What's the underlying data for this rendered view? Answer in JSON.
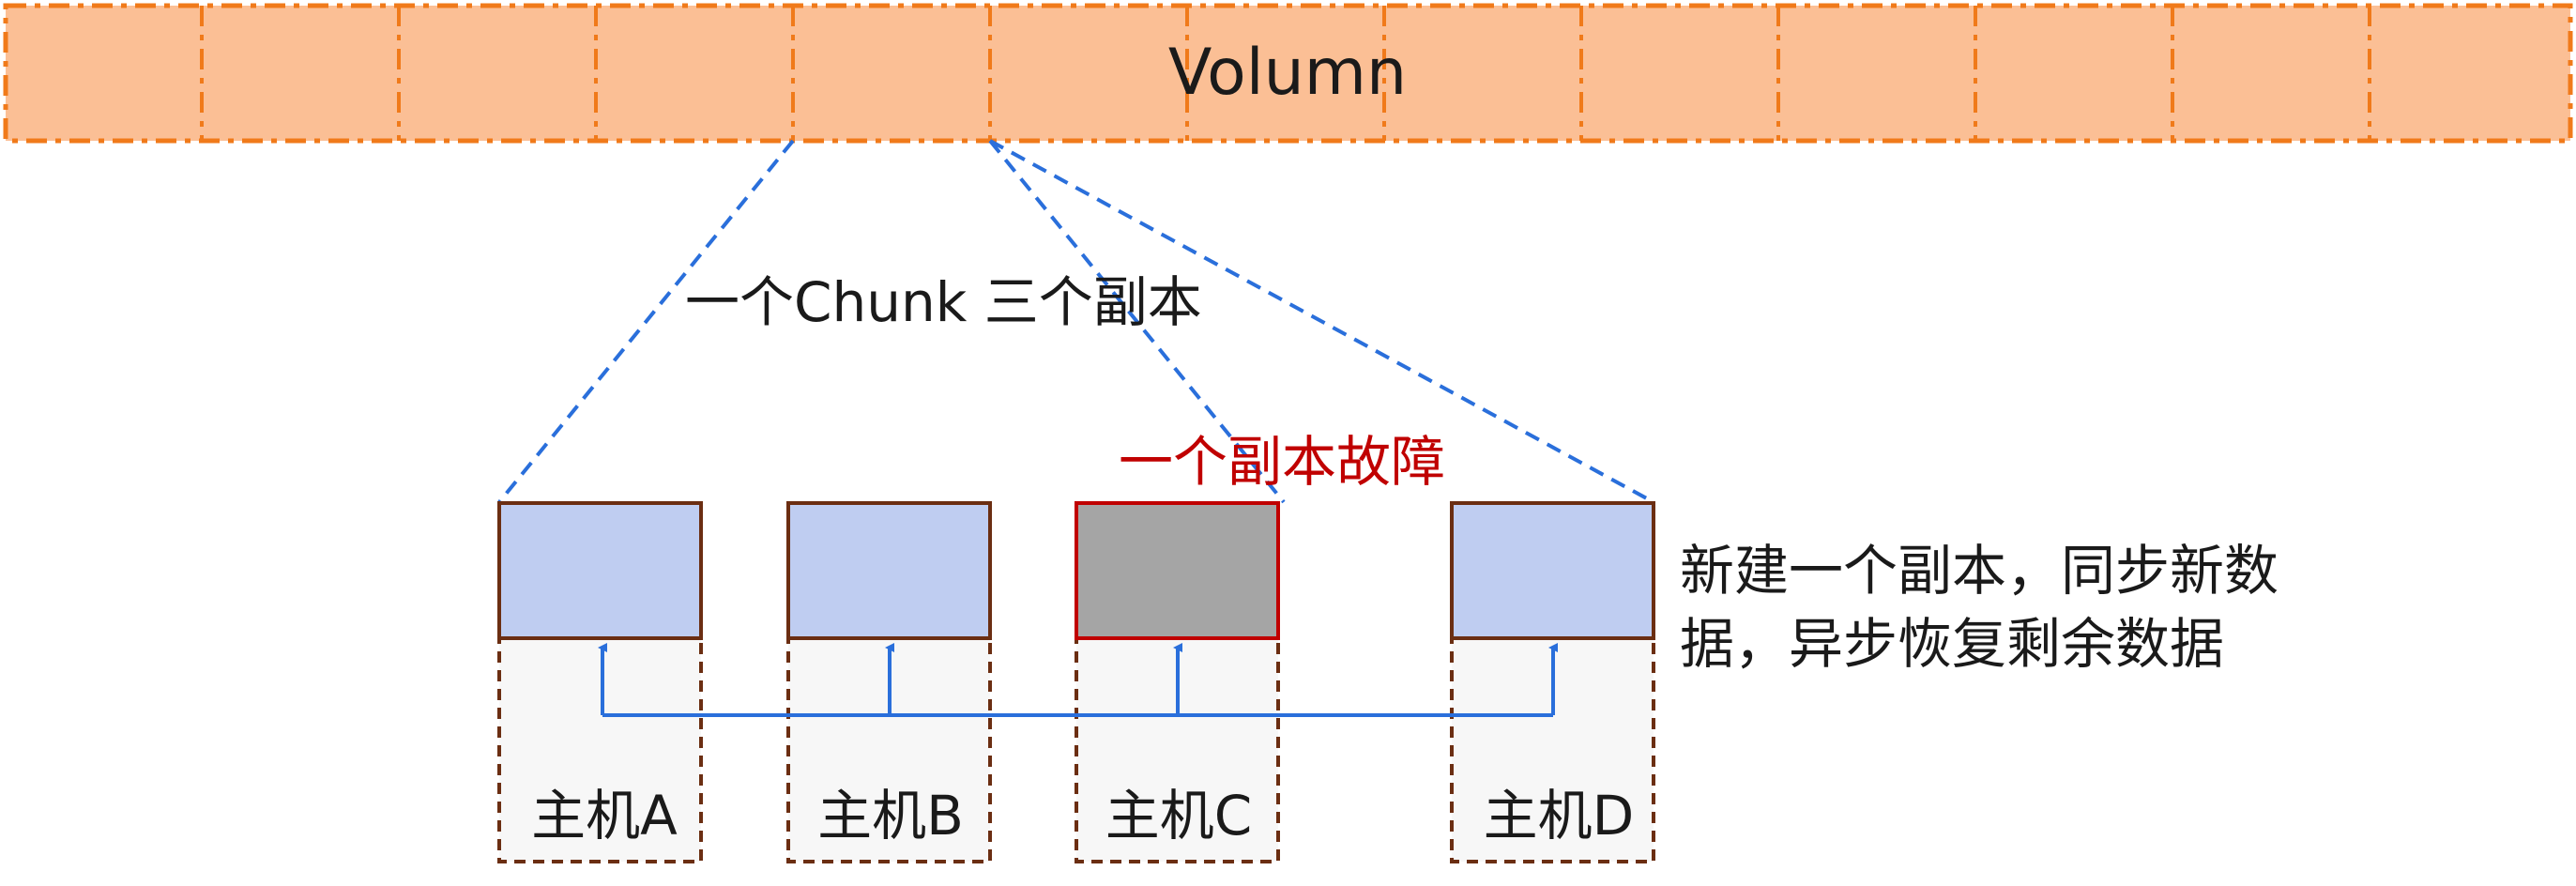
{
  "volume": {
    "label": "Volumn"
  },
  "chunk_label": "一个Chunk 三个副本",
  "failure_label": "一个副本故障",
  "note": {
    "line1": "新建一个副本，同步新数",
    "line2": "据，异步恢复剩余数据"
  },
  "hosts": [
    {
      "label": "主机A",
      "status": "normal"
    },
    {
      "label": "主机B",
      "status": "normal"
    },
    {
      "label": "主机C",
      "status": "failed"
    },
    {
      "label": "主机D",
      "status": "new"
    }
  ],
  "colors": {
    "volume_fill": "#fbbf95",
    "volume_border": "#f07a1a",
    "replica_fill": "#bfcdf1",
    "replica_border": "#6b2e12",
    "failed_fill": "#a5a5a5",
    "failed_border": "#c00000",
    "host_fill": "#f7f7f7",
    "host_border": "#6b2e12",
    "link_color": "#2a6fdb",
    "failure_text": "#c00000",
    "text": "#1a1a1a"
  }
}
